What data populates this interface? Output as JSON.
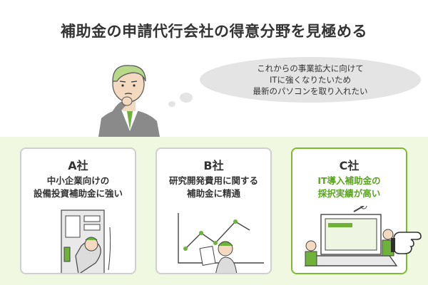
{
  "title": "補助金の申請代行会社の得意分野を見極める",
  "thought": {
    "lines": [
      "これからの事業拡大に向けて",
      "ITに強くなりたいため",
      "最新のパソコンを取り入れたい"
    ]
  },
  "cards": [
    {
      "name": "A社",
      "desc": [
        "中小企業向けの",
        "設備投資補助金に強い"
      ],
      "illustration": "technician-with-machine"
    },
    {
      "name": "B社",
      "desc": [
        "研究開発費用に関する",
        "補助金に精通"
      ],
      "illustration": "researcher-with-graph"
    },
    {
      "name": "C社",
      "desc": [
        "IT導入補助金の",
        "採択実績が高い"
      ],
      "illustration": "workers-with-laptop",
      "highlighted": true
    }
  ],
  "colors": {
    "accent": "#5aa51e",
    "band": "#f1f8e2",
    "card_border": "#cfcfcf",
    "highlight_border": "#7cbb2e"
  }
}
